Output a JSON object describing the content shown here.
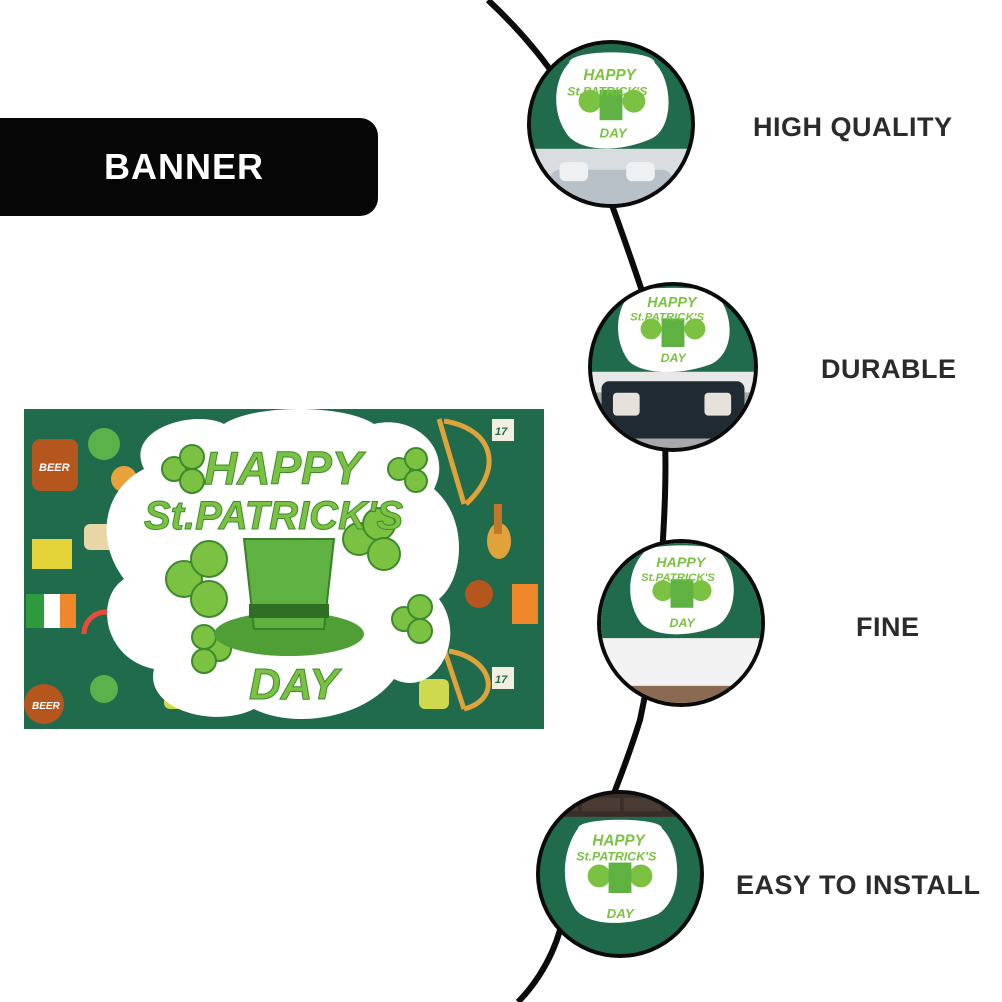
{
  "pill": {
    "label": "BANNER"
  },
  "banner": {
    "line1": "HAPPY",
    "line2": "St.PATRICK'S",
    "line3": "DAY",
    "keg_label": "BEER",
    "calendar_label": "17"
  },
  "features": [
    {
      "label": "HIGH QUALITY",
      "scene": "living-room-sofa"
    },
    {
      "label": "DURABLE",
      "scene": "dark-sofa"
    },
    {
      "label": "FINE",
      "scene": "white-wall"
    },
    {
      "label": "EASY TO INSTALL",
      "scene": "brick-wall"
    }
  ],
  "colors": {
    "pill_bg": "#060606",
    "banner_green": "#1f6b4c",
    "shamrock_green": "#7cc242",
    "feature_text": "#2b2b2b"
  }
}
